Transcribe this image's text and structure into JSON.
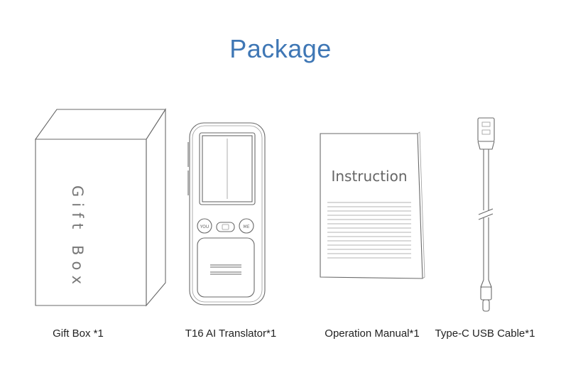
{
  "page": {
    "title": "Package"
  },
  "items": [
    {
      "label": "Gift Box *1",
      "box_text": "Gift Box",
      "icon": "gift-box-icon"
    },
    {
      "label": "T16 AI Translator*1",
      "icon": "translator-device-icon"
    },
    {
      "label": "Operation Manual*1",
      "cover_text": "Instruction",
      "icon": "manual-icon"
    },
    {
      "label": "Type-C USB Cable*1",
      "icon": "usb-cable-icon"
    }
  ],
  "colors": {
    "title": "#3f77b5",
    "sketch": "#6a6a6a",
    "caption": "#222222"
  }
}
